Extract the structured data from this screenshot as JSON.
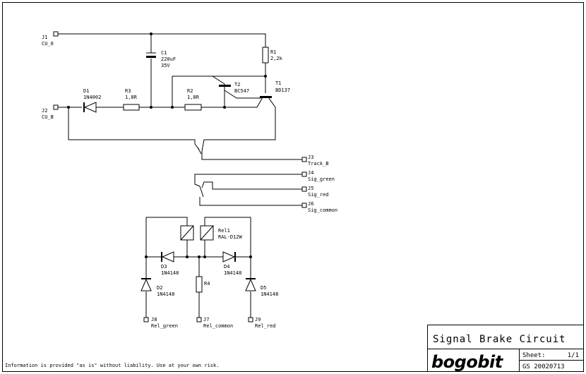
{
  "title_block": {
    "title": "Signal Brake Circuit",
    "brand": "bogobit",
    "sheet_label": "Sheet:",
    "sheet_value": "1/1",
    "revision": "GS  20020713"
  },
  "disclaimer": "Information is provided \"as is\" without liability. Use at your own risk.",
  "connectors": {
    "j1": {
      "ref": "J1",
      "name": "CU_0"
    },
    "j2": {
      "ref": "J2",
      "name": "CU_B"
    },
    "j3": {
      "ref": "J3",
      "name": "Track_B"
    },
    "j4": {
      "ref": "J4",
      "name": "Sig_green"
    },
    "j5": {
      "ref": "J5",
      "name": "Sig_red"
    },
    "j6": {
      "ref": "J6",
      "name": "Sig_common"
    },
    "j7": {
      "ref": "J7",
      "name": "Rel_common"
    },
    "j8": {
      "ref": "J8",
      "name": "Rel_green"
    },
    "j9": {
      "ref": "J9",
      "name": "Rel_red"
    }
  },
  "components": {
    "c1": {
      "ref": "C1",
      "value": "220uF",
      "rating": "35V"
    },
    "r1": {
      "ref": "R1",
      "value": "2,2k"
    },
    "r2": {
      "ref": "R2",
      "value": "1,8R"
    },
    "r3": {
      "ref": "R3",
      "value": "1,8R"
    },
    "r4": {
      "ref": "R4"
    },
    "d1": {
      "ref": "D1",
      "value": "1N4002"
    },
    "d2": {
      "ref": "D2",
      "value": "1N4148"
    },
    "d3": {
      "ref": "D3",
      "value": "1N4148"
    },
    "d4": {
      "ref": "D4",
      "value": "1N4148"
    },
    "d5": {
      "ref": "D5",
      "value": "1N4148"
    },
    "t1": {
      "ref": "T1",
      "value": "BD137"
    },
    "t2": {
      "ref": "T2",
      "value": "BC547"
    },
    "rel1": {
      "ref": "Rel1",
      "value": "RAL-D12W"
    }
  }
}
